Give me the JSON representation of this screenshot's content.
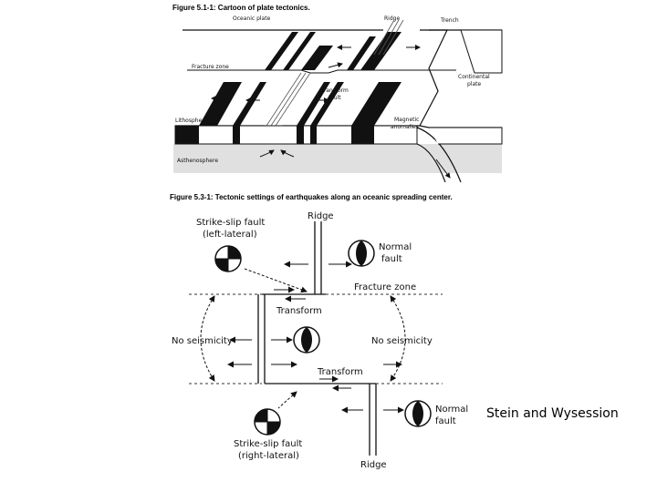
{
  "figure1": {
    "title": "Figure 5.1-1: Cartoon of plate tectonics.",
    "labels": {
      "oceanic_plate": "Oceanic plate",
      "ridge": "Ridge",
      "trench": "Trench",
      "fracture_zone": "Fracture zone",
      "continental_plate_1": "Continental",
      "continental_plate_2": "plate",
      "transform_fault_1": "Transform",
      "transform_fault_2": "fault",
      "lithosphere": "Lithosphere",
      "magnetic_anomalies_1": "Magnetic",
      "magnetic_anomalies_2": "anomalies",
      "asthenosphere": "Asthenosphere"
    }
  },
  "figure2": {
    "title": "Figure 5.3-1: Tectonic settings of earthquakes along an oceanic spreading center.",
    "labels": {
      "ridge_top": "Ridge",
      "strike_slip_left_1": "Strike-slip fault",
      "strike_slip_left_2": "(left-lateral)",
      "normal_fault_top_1": "Normal",
      "normal_fault_top_2": "fault",
      "fracture_zone": "Fracture zone",
      "transform_top": "Transform",
      "no_seismicity_left": "No seismicity",
      "no_seismicity_right": "No seismicity",
      "transform_bottom": "Transform",
      "normal_fault_bottom_1": "Normal",
      "normal_fault_bottom_2": "fault",
      "strike_slip_right_1": "Strike-slip fault",
      "strike_slip_right_2": "(right-lateral)",
      "ridge_bottom": "Ridge"
    }
  },
  "credit": "Stein and Wysession"
}
